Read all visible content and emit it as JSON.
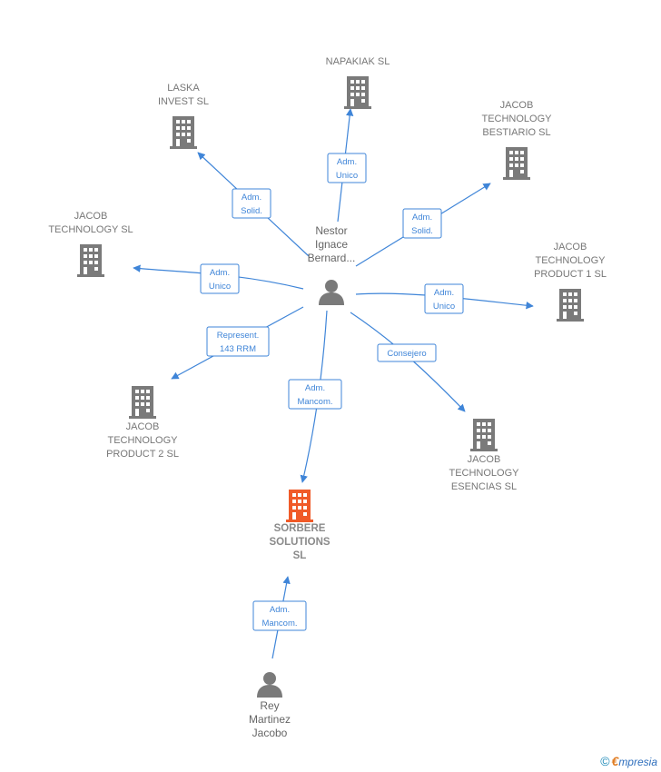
{
  "colors": {
    "edge": "#3f85d8",
    "company": "#7a7a7a",
    "highlight": "#f05a28",
    "person": "#7a7a7a"
  },
  "people": [
    {
      "id": "nestor",
      "lines": [
        "Nestor",
        "Ignace",
        "Bernard..."
      ]
    },
    {
      "id": "rey",
      "lines": [
        "Rey",
        "Martinez",
        "Jacobo"
      ]
    }
  ],
  "companies": [
    {
      "id": "napakiak",
      "lines": [
        "NAPAKIAK SL"
      ]
    },
    {
      "id": "laska",
      "lines": [
        "LASKA",
        "INVEST SL"
      ]
    },
    {
      "id": "bestiario",
      "lines": [
        "JACOB",
        "TECHNOLOGY",
        "BESTIARIO SL"
      ]
    },
    {
      "id": "jtsl",
      "lines": [
        "JACOB",
        "TECHNOLOGY SL"
      ]
    },
    {
      "id": "product1",
      "lines": [
        "JACOB",
        "TECHNOLOGY",
        "PRODUCT 1 SL"
      ]
    },
    {
      "id": "product2",
      "lines": [
        "JACOB",
        "TECHNOLOGY",
        "PRODUCT 2 SL"
      ]
    },
    {
      "id": "esencias",
      "lines": [
        "JACOB",
        "TECHNOLOGY",
        "ESENCIAS SL"
      ]
    },
    {
      "id": "sorbere",
      "lines": [
        "SORBERE",
        "SOLUTIONS",
        "SL"
      ],
      "highlight": true
    }
  ],
  "edges": [
    {
      "id": "e-napakiak",
      "lines": [
        "Adm.",
        "Unico"
      ]
    },
    {
      "id": "e-laska",
      "lines": [
        "Adm.",
        "Solid."
      ]
    },
    {
      "id": "e-bestiario",
      "lines": [
        "Adm.",
        "Solid."
      ]
    },
    {
      "id": "e-jtsl",
      "lines": [
        "Adm.",
        "Unico"
      ]
    },
    {
      "id": "e-product1",
      "lines": [
        "Adm.",
        "Unico"
      ]
    },
    {
      "id": "e-product2",
      "lines": [
        "Represent.",
        "143 RRM"
      ]
    },
    {
      "id": "e-esencias",
      "lines": [
        "Consejero"
      ]
    },
    {
      "id": "e-sorbere",
      "lines": [
        "Adm.",
        "Mancom."
      ]
    },
    {
      "id": "e-rey",
      "lines": [
        "Adm.",
        "Mancom."
      ]
    }
  ],
  "footer": {
    "copyright": "©",
    "brand_first": "€",
    "brand_rest": "mpresia"
  }
}
